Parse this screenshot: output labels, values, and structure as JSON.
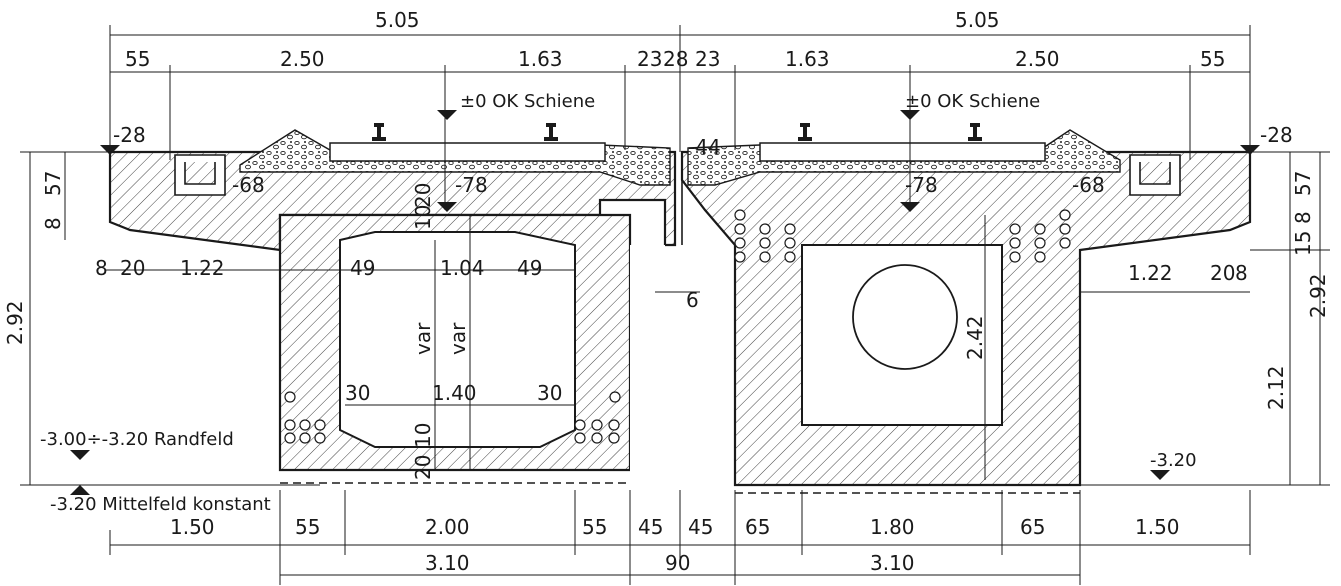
{
  "top_dims": {
    "half_left": "5.05",
    "half_right": "5.05"
  },
  "second_row": {
    "l55": "55",
    "l250": "2.50",
    "l163": "1.63",
    "c23a": "23",
    "c28": "28",
    "c23b": "23",
    "r163": "1.63",
    "r250": "2.50",
    "r55": "55"
  },
  "rail_labels": {
    "left": "±0 OK Schiene",
    "right": "±0 OK Schiene"
  },
  "levels": {
    "m28_left": "-28",
    "m28_right": "-28",
    "m68_left": "-68",
    "m68_right": "-68",
    "m78_left": "-78",
    "m78_right": "-78",
    "m44": "-44"
  },
  "left_side": {
    "h57": "57",
    "h8": "8",
    "h292": "2.92",
    "d8": "8",
    "d20": "20",
    "d122": "1.22"
  },
  "left_box": {
    "t10": "10",
    "t20": "20",
    "w49a": "49",
    "w104": "1.04",
    "w49b": "49",
    "var1": "var",
    "var2": "var",
    "b30a": "30",
    "b140": "1.40",
    "b30b": "30",
    "b10": "10",
    "b20": "20"
  },
  "joint": {
    "gap": "6"
  },
  "right_side": {
    "h57": "57",
    "h8": "8",
    "h15": "15",
    "h292": "2.92",
    "h212": "2.12",
    "d122": "1.22",
    "d20": "20",
    "d8": "8",
    "h242": "2.42"
  },
  "notes": {
    "randfeld": "-3.00÷-3.20 Randfeld",
    "mittelfeld": "-3.20 Mittelfeld konstant",
    "m320": "-3.20"
  },
  "bottom_row1": {
    "l150": "1.50",
    "l55": "55",
    "l200": "2.00",
    "l55b": "55",
    "c45a": "45",
    "c45b": "45",
    "r65a": "65",
    "r180": "1.80",
    "r65b": "65",
    "r150": "1.50"
  },
  "bottom_row2": {
    "l310": "3.10",
    "c90": "90",
    "r310": "3.10"
  }
}
